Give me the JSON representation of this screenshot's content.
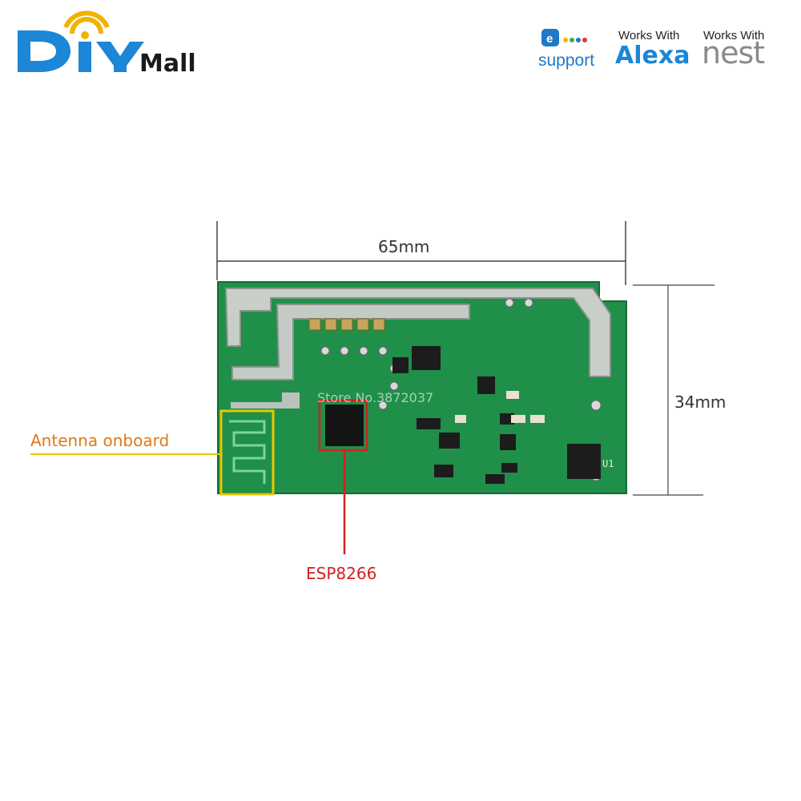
{
  "brand": {
    "logo_letters": "DIY",
    "logo_word": "Mall",
    "colors": {
      "blue": "#1d86d6",
      "yellow": "#f2b300"
    }
  },
  "badges": {
    "esupport_label": "support",
    "alexa_works_with": "Works With",
    "alexa_name": "Alexa",
    "nest_works_with": "Works With",
    "nest_name": "nest"
  },
  "dimensions": {
    "width_label": "65mm",
    "height_label": "34mm"
  },
  "callouts": {
    "antenna_label": "Antenna onboard",
    "antenna_color": "#e07818",
    "chip_label": "ESP8266",
    "chip_color": "#d42020"
  },
  "board": {
    "watermark": "Store No.3872037",
    "silkscreen_u1": "U1"
  }
}
